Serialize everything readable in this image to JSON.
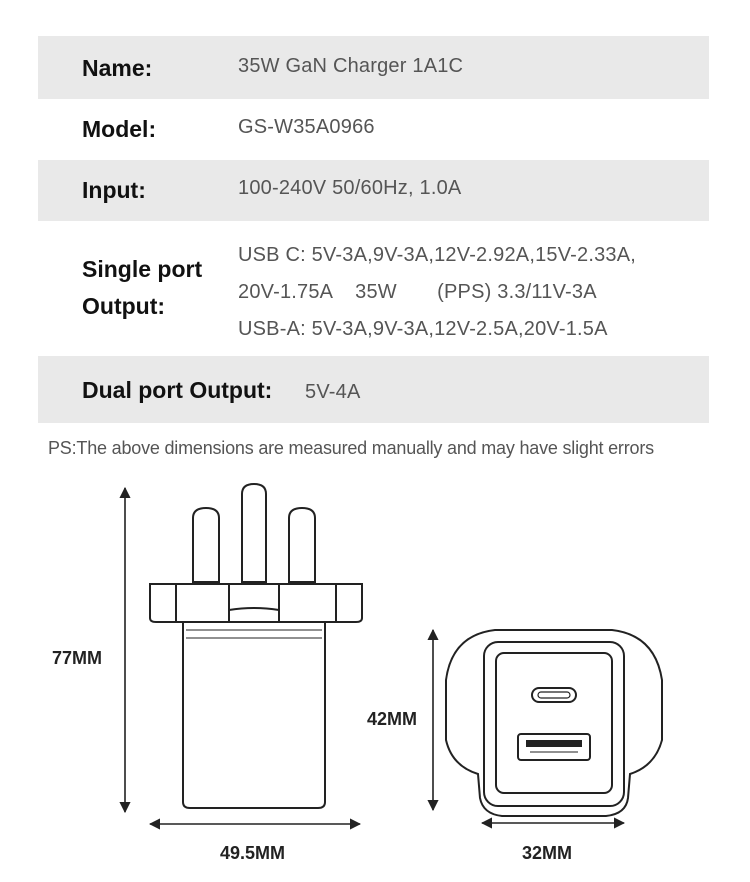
{
  "specs": {
    "name_label": "Name:",
    "name_value": "35W GaN Charger 1A1C",
    "model_label": "Model:",
    "model_value": "GS-W35A0966",
    "input_label": "Input:",
    "input_value": "100-240V 50/60Hz, 1.0A",
    "single_label_1": "Single port",
    "single_label_2": "Output:",
    "single_line_1": "USB C:  5V-3A,9V-3A,12V-2.92A,15V-2.33A,",
    "single_line_2": "20V-1.75A    35W       (PPS) 3.3/11V-3A",
    "single_line_3": "USB-A: 5V-3A,9V-3A,12V-2.5A,20V-1.5A",
    "dual_label": "Dual port Output:",
    "dual_value": "5V-4A"
  },
  "note": "PS:The above dimensions are measured manually and may have slight errors",
  "dimensions": {
    "height": "77MM",
    "width": "49.5MM",
    "face_height": "42MM",
    "face_width": "32MM"
  }
}
